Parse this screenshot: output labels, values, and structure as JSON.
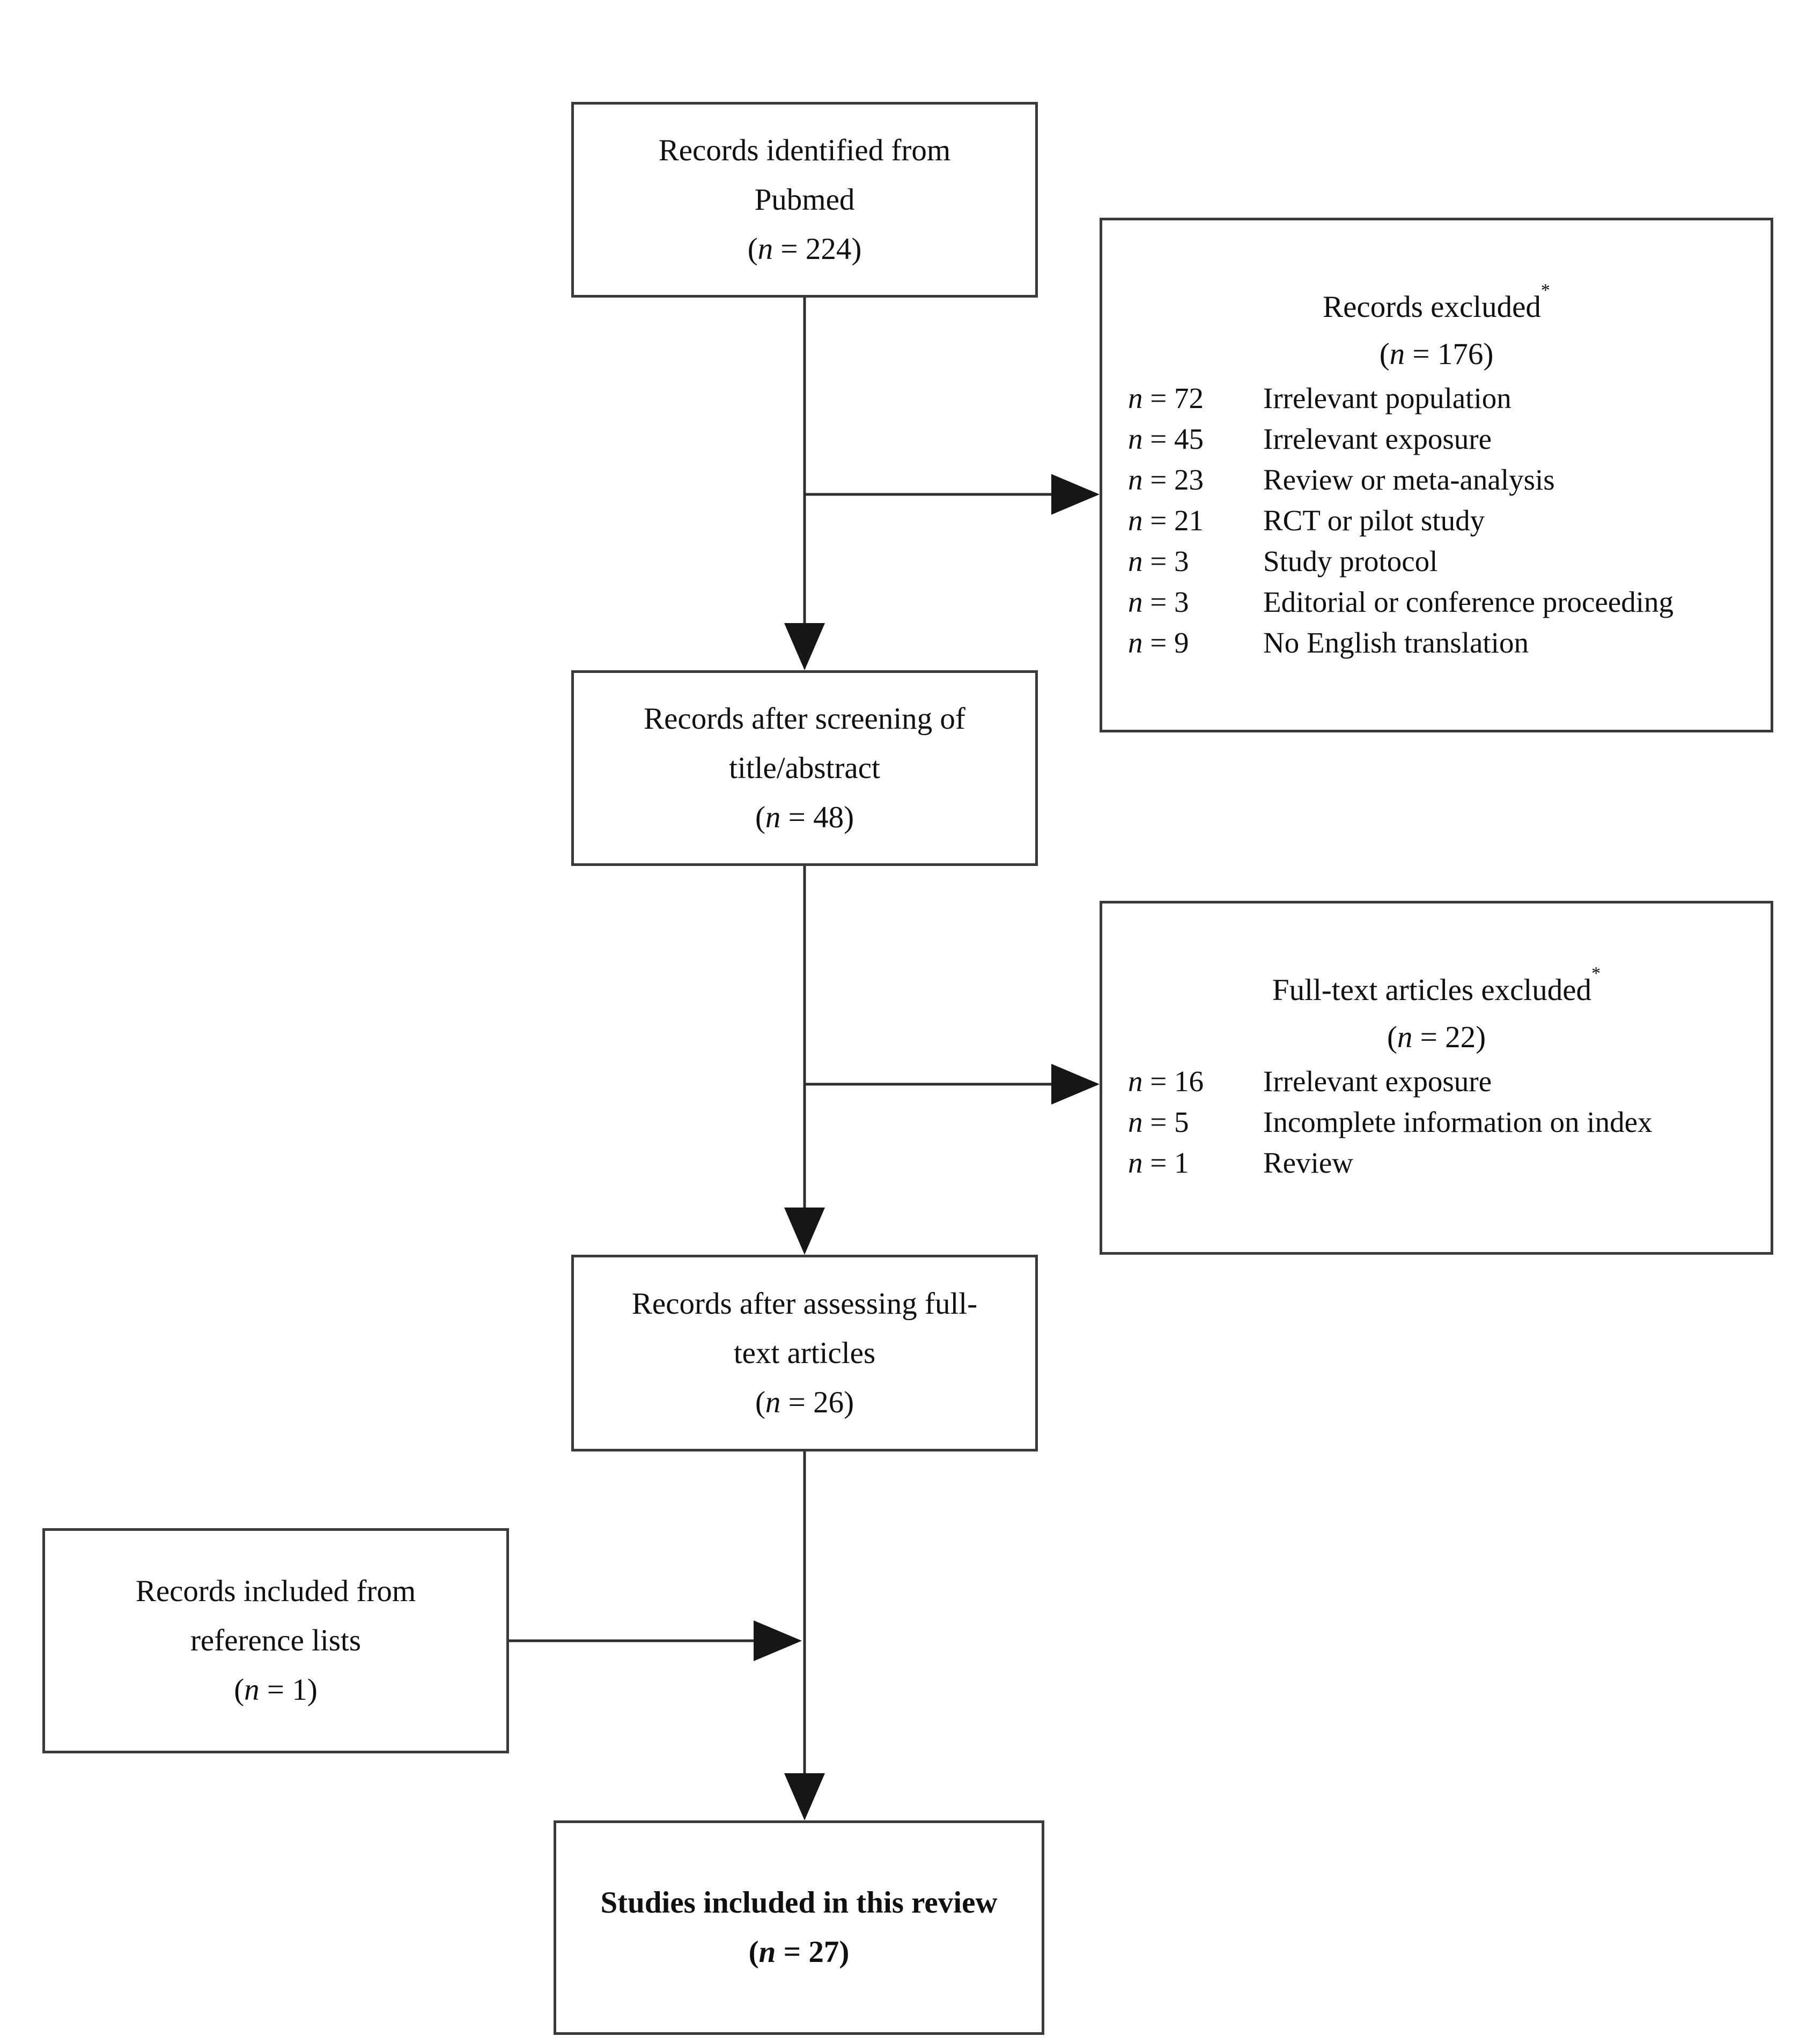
{
  "labels": {
    "n": "n",
    "eq": " = ",
    "open": "(",
    "close": ")",
    "asterisk": "*"
  },
  "colors": {
    "background": "#ffffff",
    "box_border": "#3a3a3a",
    "arrow": "#2e2e2e",
    "text": "#101010"
  },
  "boxes": {
    "identified": {
      "lines": [
        "Records identified from",
        "Pubmed"
      ],
      "n_value": "224"
    },
    "records_excluded": {
      "title": "Records excluded",
      "n_value": "176",
      "reasons": [
        {
          "count": "72",
          "reason": "Irrelevant population"
        },
        {
          "count": "45",
          "reason": "Irrelevant exposure"
        },
        {
          "count": "23",
          "reason": "Review or meta-analysis"
        },
        {
          "count": "21",
          "reason": "RCT or pilot study"
        },
        {
          "count": "3",
          "reason": "Study protocol"
        },
        {
          "count": "3",
          "reason": "Editorial or conference proceeding"
        },
        {
          "count": "9",
          "reason": "No English translation"
        }
      ]
    },
    "screened": {
      "lines": [
        "Records after screening of",
        "title/abstract"
      ],
      "n_value": "48"
    },
    "fulltext_excluded": {
      "title": "Full-text articles excluded",
      "n_value": "22",
      "reasons": [
        {
          "count": "16",
          "reason": "Irrelevant exposure"
        },
        {
          "count": "5",
          "reason": "Incomplete information on index"
        },
        {
          "count": "1",
          "reason": "Review"
        }
      ]
    },
    "assessed": {
      "lines": [
        "Records after assessing full-",
        "text articles"
      ],
      "n_value": "26"
    },
    "reference": {
      "lines": [
        "Records included from",
        "reference lists"
      ],
      "n_value": "1"
    },
    "included": {
      "lines": [
        "Studies included in this review"
      ],
      "n_value": "27"
    }
  }
}
